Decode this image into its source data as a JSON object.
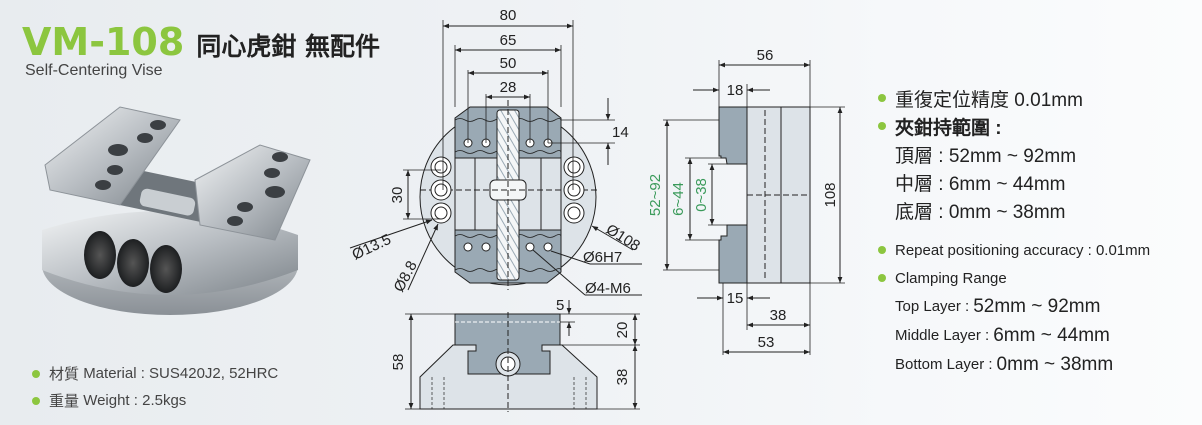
{
  "header": {
    "model": "VM-108",
    "title_cn": "同心虎鉗 無配件",
    "subtitle": "Self-Centering Vise"
  },
  "colors": {
    "accent": "#8cc63f",
    "part_dark": "#9aa9b4",
    "part_light": "#dde3e8",
    "green_dim": "#3a9a5a"
  },
  "specs_left": [
    {
      "cn": "材質",
      "text": "Material : SUS420J2, 52HRC"
    },
    {
      "cn": "重量",
      "text": "Weight : 2.5kgs"
    }
  ],
  "specs_cn": {
    "accuracy": "重復定位精度 0.01mm",
    "clamping_title": "夾鉗持範圍 :",
    "layers": [
      "頂層 : 52mm ~ 92mm",
      "中層 : 6mm ~ 44mm",
      "底層 : 0mm ~ 38mm"
    ]
  },
  "specs_en": {
    "accuracy": "Repeat positioning accuracy : 0.01mm",
    "clamping_title": "Clamping Range",
    "layers": [
      {
        "label": "Top Layer :",
        "value": "52mm ~ 92mm"
      },
      {
        "label": "Middle Layer :",
        "value": "6mm ~ 44mm"
      },
      {
        "label": "Bottom Layer :",
        "value": "0mm ~ 38mm"
      }
    ]
  },
  "dimensions": {
    "top_view": {
      "w80": "80",
      "w65": "65",
      "w50": "50",
      "w28": "28",
      "h14": "14",
      "h30": "30",
      "d13_5": "Ø13.5",
      "d8_8": "Ø8.8",
      "d108": "Ø108",
      "d6h7": "Ø6H7",
      "d4m6": "Ø4-M6"
    },
    "front_view": {
      "h5": "5",
      "h58": "58",
      "h20": "20",
      "h38": "38"
    },
    "side_view": {
      "w56": "56",
      "w18": "18",
      "w15": "15",
      "w38": "38",
      "w53": "53",
      "h108": "108",
      "r_top": "52~92",
      "r_mid": "6~44",
      "r_bot": "0~38"
    }
  }
}
